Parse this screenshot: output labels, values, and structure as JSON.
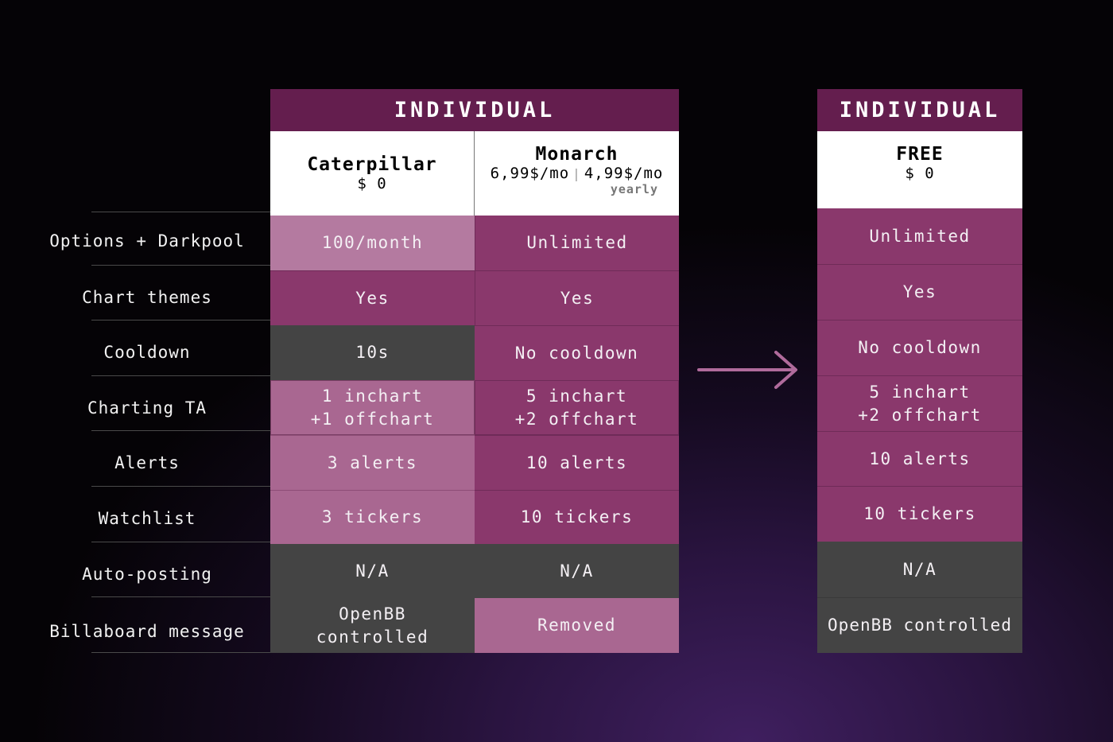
{
  "left_table": {
    "banner": "INDIVIDUAL",
    "plans": [
      {
        "name": "Caterpillar",
        "price": "$ 0"
      },
      {
        "name": "Monarch",
        "price_monthly": "6,99$/mo",
        "price_yearly": "4,99$/mo",
        "yearly_note": "yearly"
      }
    ]
  },
  "right_table": {
    "banner": "INDIVIDUAL",
    "plan": {
      "name": "FREE",
      "price": "$ 0"
    }
  },
  "rows": [
    {
      "label": "Options + Darkpool",
      "caterpillar": "100/month",
      "monarch": "Unlimited",
      "free": "Unlimited"
    },
    {
      "label": "Chart themes",
      "caterpillar": "Yes",
      "monarch": "Yes",
      "free": "Yes"
    },
    {
      "label": "Cooldown",
      "caterpillar": "10s",
      "monarch": "No cooldown",
      "free": "No cooldown"
    },
    {
      "label": "Charting TA",
      "caterpillar": "1 inchart\n+1 offchart",
      "monarch": "5 inchart\n+2 offchart",
      "free": "5 inchart\n+2 offchart"
    },
    {
      "label": "Alerts",
      "caterpillar": "3 alerts",
      "monarch": "10 alerts",
      "free": "10 alerts"
    },
    {
      "label": "Watchlist",
      "caterpillar": "3 tickers",
      "monarch": "10 tickers",
      "free": "10 tickers"
    },
    {
      "label": "Auto-posting",
      "caterpillar": "N/A",
      "monarch": "N/A",
      "free": "N/A"
    },
    {
      "label": "Billaboard message",
      "caterpillar": "OpenBB\ncontrolled",
      "monarch": "Removed",
      "free": "OpenBB controlled"
    }
  ],
  "colors": {
    "banner": "#641e4e",
    "magenta": "#8a386c",
    "light_mauve": "#b47aa0",
    "mid_mauve": "#a96791",
    "gray": "#444444",
    "arrow": "#b06b9c"
  }
}
